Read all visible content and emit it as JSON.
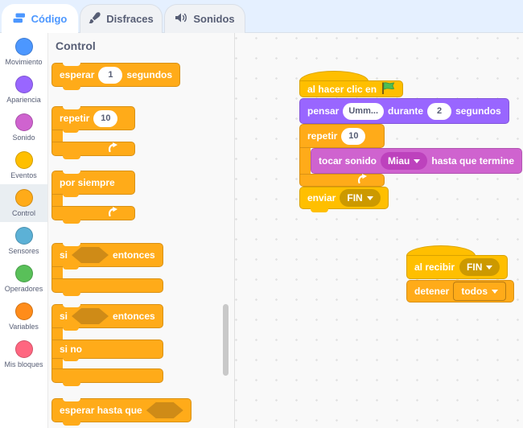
{
  "tabs": {
    "code": "Código",
    "costumes": "Disfraces",
    "sounds": "Sonidos"
  },
  "categories": [
    {
      "name": "Movimiento",
      "color": "#4C97FF"
    },
    {
      "name": "Apariencia",
      "color": "#9966FF"
    },
    {
      "name": "Sonido",
      "color": "#CF63CF"
    },
    {
      "name": "Eventos",
      "color": "#FFBF00"
    },
    {
      "name": "Control",
      "color": "#FFAB19"
    },
    {
      "name": "Sensores",
      "color": "#5CB1D6"
    },
    {
      "name": "Operadores",
      "color": "#59C059"
    },
    {
      "name": "Variables",
      "color": "#FF8C1A"
    },
    {
      "name": "Mis bloques",
      "color": "#FF6680"
    }
  ],
  "selected_category": "Control",
  "palette": {
    "header": "Control",
    "wait": {
      "t1": "esperar",
      "value": "1",
      "t2": "segundos"
    },
    "repeat": {
      "t1": "repetir",
      "value": "10"
    },
    "forever": {
      "t1": "por siempre"
    },
    "if_then": {
      "t1": "si",
      "t2": "entonces"
    },
    "if_then_else": {
      "t1": "si",
      "t2": "entonces",
      "t3": "si no"
    },
    "wait_until": {
      "t1": "esperar hasta que"
    }
  },
  "script1": {
    "when_flag": {
      "t1": "al hacer clic en"
    },
    "think": {
      "t1": "pensar",
      "value": "Umm...",
      "t2": "durante",
      "duration": "2",
      "t3": "segundos"
    },
    "repeat": {
      "t1": "repetir",
      "value": "10"
    },
    "play_sound": {
      "t1": "tocar sonido",
      "dropdown": "Miau",
      "t2": "hasta que termine"
    },
    "broadcast": {
      "t1": "enviar",
      "dropdown": "FIN"
    }
  },
  "script2": {
    "when_receive": {
      "t1": "al recibir",
      "dropdown": "FIN"
    },
    "stop": {
      "t1": "detener",
      "dropdown": "todos"
    }
  },
  "colors": {
    "motion": "#4C97FF",
    "looks": "#9966FF",
    "sound": "#CF63CF",
    "events": "#FFBF00",
    "control": "#FFAB19",
    "sensing": "#5CB1D6",
    "operators": "#59C059",
    "variables": "#FF8C1A",
    "my_blocks": "#FF6680",
    "events_field": "#CC9900",
    "sound_field": "#BD42BD",
    "boolean_slot": "#CF8B17",
    "tab_active_text": "#4C97FF",
    "tab_bar_bg": "#E5F0FF",
    "workspace_bg": "#F9F9F9",
    "text_dark": "#575E75"
  }
}
